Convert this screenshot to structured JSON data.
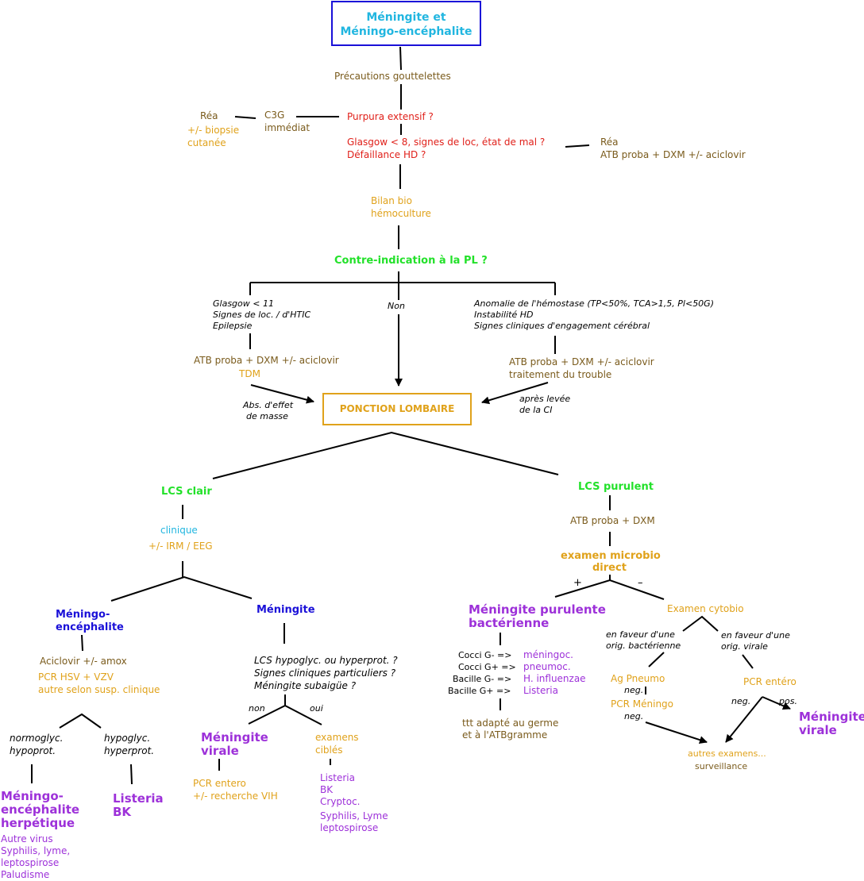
{
  "title": {
    "line1": "Méningite et",
    "line2": "Méningo-encéphalite"
  },
  "top": {
    "precautions": "Précautions gouttelettes",
    "purpura": "Purpura extensif ?",
    "c3g": [
      "C3G",
      "immédiat"
    ],
    "rea_left": [
      "Réa",
      "+/- biopsie",
      "cutanée"
    ],
    "glasgow": [
      "Glasgow < 8, signes de loc, état de mal ?",
      "Défaillance HD ?"
    ],
    "rea_right": [
      "Réa",
      "ATB proba + DXM +/- aciclovir"
    ],
    "bilan": [
      "Bilan bio",
      "hémoculture"
    ],
    "contre_indication": "Contre-indication à la PL ?"
  },
  "ci": {
    "left": [
      "Glasgow < 11",
      "Signes de loc. / d'HTIC",
      "Epilepsie"
    ],
    "middle": "Non",
    "right": [
      "Anomalie de l'hémostase (TP<50%, TCA>1,5, Pl<50G)",
      "Instabilité HD",
      "Signes cliniques d'engagement cérébral"
    ],
    "left_treatment": "ATB proba + DXM +/- aciclovir",
    "left_tdm": "TDM",
    "right_treatment": [
      "ATB proba + DXM +/- aciclovir",
      "traitement du trouble"
    ],
    "abs_effet": [
      "Abs. d'effet",
      "de masse"
    ],
    "apres_levee": [
      "après levée",
      "de la CI"
    ]
  },
  "pl": "PONCTION LOMBAIRE",
  "clair": {
    "label": "LCS clair",
    "clinique": "clinique",
    "irm": "+/- IRM / EEG",
    "menc": [
      "Méningo-",
      "encéphalite"
    ],
    "menc_treat": "Aciclovir +/- amox",
    "menc_pcr": [
      "PCR HSV + VZV",
      "autre selon susp. clinique"
    ],
    "normo": [
      "normoglyc.",
      "hypoprot."
    ],
    "hypo": [
      "hypoglyc.",
      "hyperprot."
    ],
    "herpetique": [
      "Méningo-",
      "encéphalite",
      "herpétique"
    ],
    "herp_other": [
      "Autre virus",
      "Syphilis, lyme,",
      "leptospirose",
      "Paludisme"
    ],
    "listeria_bk": [
      "Listeria",
      "BK"
    ],
    "meningite": "Méningite",
    "lcs_questions": [
      "LCS hypoglyc. ou hyperprot. ?",
      "Signes cliniques particuliers ?",
      "Méningite subaigüe ?"
    ],
    "non": "non",
    "oui": "oui",
    "virale": [
      "Méningite",
      "virale"
    ],
    "virale_pcr": [
      "PCR entero",
      "+/- recherche VIH"
    ],
    "examens": [
      "examens",
      "ciblés"
    ],
    "examens_list": [
      "Listeria",
      "BK",
      "Cryptoc.",
      "Syphilis, Lyme",
      "leptospirose"
    ]
  },
  "purulent": {
    "label": "LCS purulent",
    "atb": "ATB proba + DXM",
    "examen": [
      "examen microbio",
      "direct"
    ],
    "plus": "+",
    "minus": "–",
    "bacterienne": [
      "Méningite purulente",
      "bactérienne"
    ],
    "germs_left": [
      "Cocci G- =>",
      "Cocci G+ =>",
      "Bacille G- =>",
      "Bacille G+ =>"
    ],
    "germs_right": [
      "méningoc.",
      "pneumoc.",
      "H. influenzae",
      "Listeria"
    ],
    "ttt": [
      "ttt adapté au germe",
      "et à l'ATBgramme"
    ],
    "cytobio": "Examen cytobio",
    "faveur_bact": [
      "en faveur d'une",
      "orig. bactérienne"
    ],
    "faveur_virale": [
      "en faveur d'une",
      "orig. virale"
    ],
    "ag_pneumo": "Ag Pneumo",
    "neg1": "neg.",
    "pcr_meningo": "PCR Méningo",
    "neg2": "neg.",
    "pcr_entero": "PCR entéro",
    "neg3": "neg.",
    "pos": "pos.",
    "virale": [
      "Méningite",
      "virale"
    ],
    "autres": "autres examens...",
    "surveillance": "surveillance"
  },
  "colors": {
    "blue": "#1a10d8",
    "cyan": "#21b6e0",
    "brown": "#7a5b1c",
    "orange": "#e0a21b",
    "red": "#e0201a",
    "green": "#23e12a",
    "purple": "#9d31d9"
  }
}
